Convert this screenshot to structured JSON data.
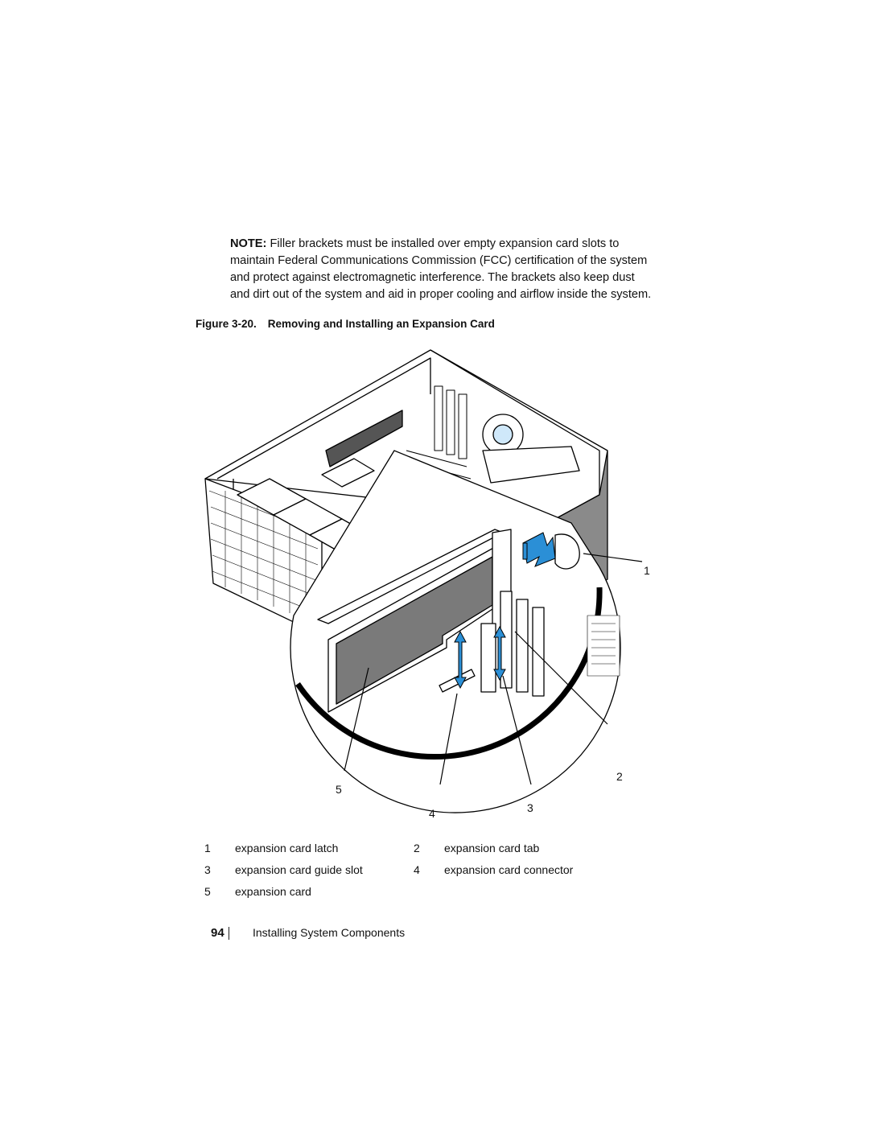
{
  "note": {
    "label": "NOTE:",
    "text": " Filler brackets must be installed over empty expansion card slots to maintain Federal Communications Commission (FCC) certification of the system and protect against electromagnetic interference. The brackets also keep dust and dirt out of the system and aid in proper cooling and airflow inside the system."
  },
  "figure": {
    "prefix": "Figure ",
    "number": "3-20.",
    "title": "Removing and Installing an Expansion Card",
    "callouts": [
      "1",
      "2",
      "3",
      "4",
      "5"
    ]
  },
  "legend": [
    {
      "num": "1",
      "label": "expansion card latch"
    },
    {
      "num": "2",
      "label": "expansion card tab"
    },
    {
      "num": "3",
      "label": "expansion card guide slot"
    },
    {
      "num": "4",
      "label": "expansion card connector"
    },
    {
      "num": "5",
      "label": "expansion card"
    }
  ],
  "footer": {
    "page_number": "94",
    "section": "Installing System Components"
  },
  "colors": {
    "arrow_blue": "#2b8fd6",
    "line_black": "#000000"
  }
}
